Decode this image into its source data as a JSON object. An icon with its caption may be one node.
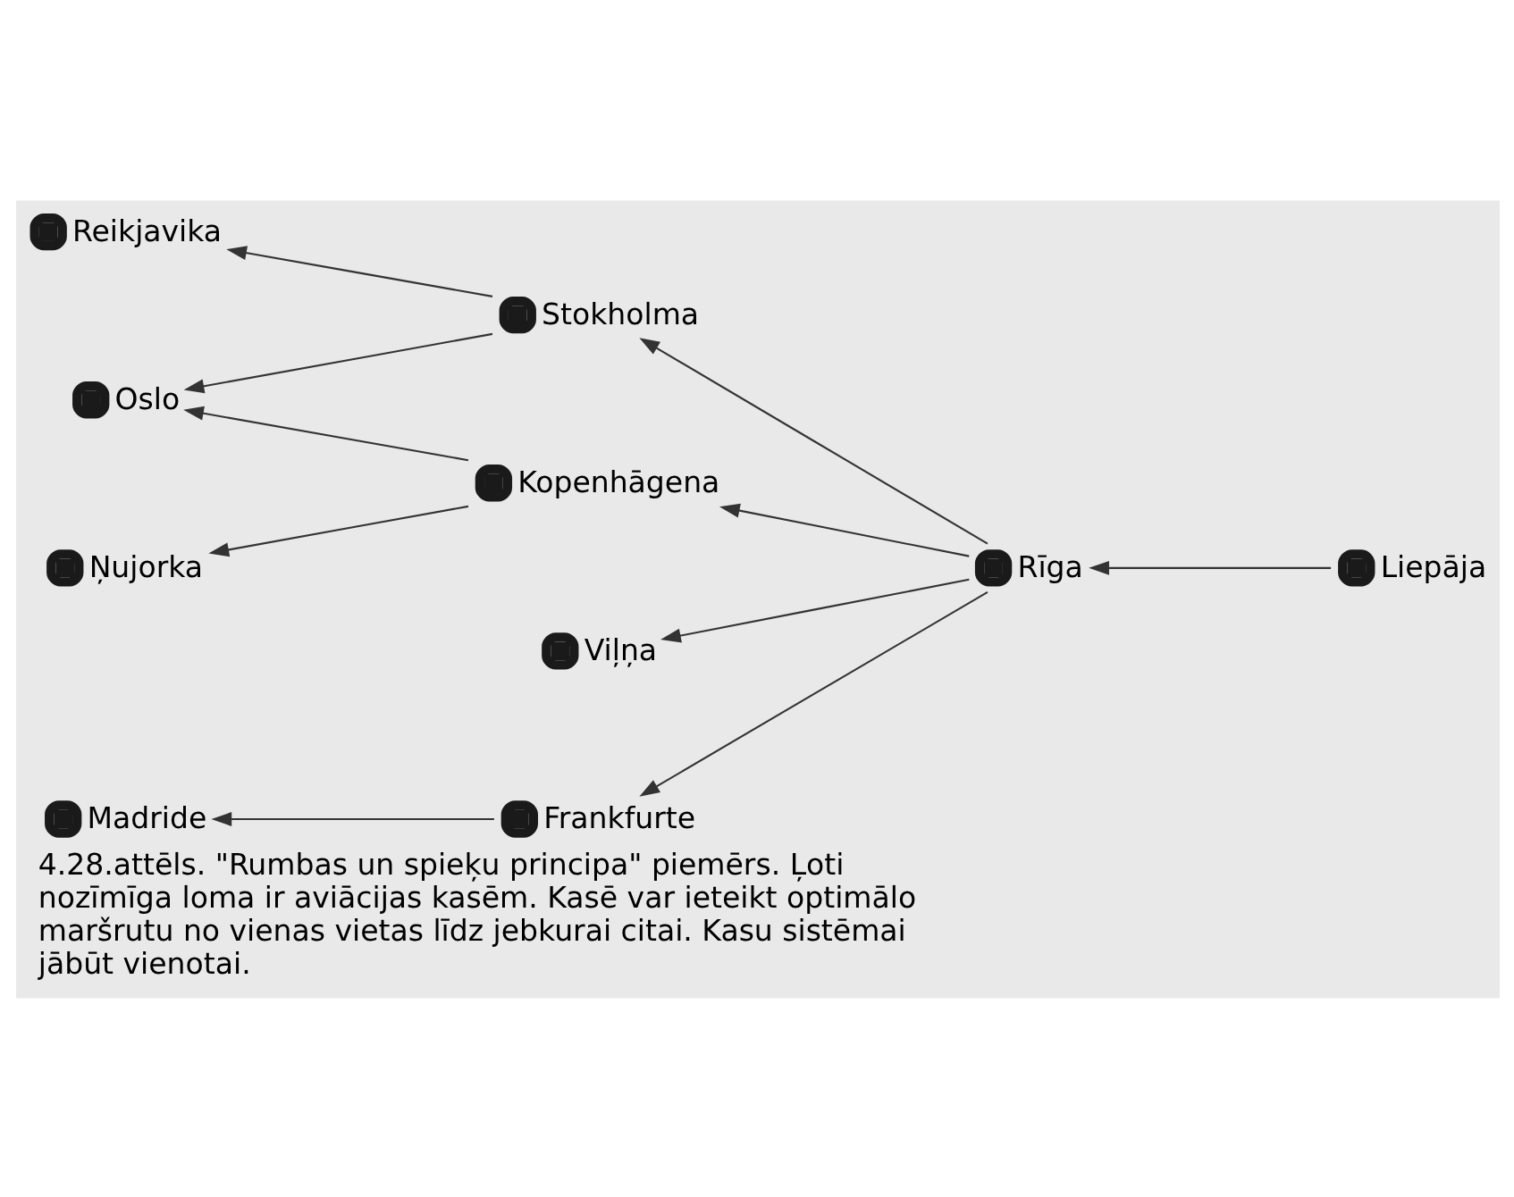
{
  "diagram": {
    "caption": "4.28.attēls. \"Rumbas un spieķu principa\" piemērs. Ļoti nozīmīga loma ir aviācijas kasēm. Kasē var ieteikt optimālo maršrutu no vienas vietas līdz jebkurai citai. Kasu sistēmai jābūt vienotai.",
    "nodes": [
      {
        "text": [
          "Reikjavika"
        ]
      },
      {
        "text": [
          "Stokholma"
        ]
      },
      {
        "text": [
          "Oslo"
        ]
      },
      {
        "text": [
          "Liepāja"
        ]
      },
      {
        "text": [
          "Kopenhāgena"
        ]
      },
      {
        "text": [
          "Rīga"
        ]
      },
      {
        "text": [
          "Ņujorka"
        ]
      },
      {
        "text": [
          "Viļņa"
        ]
      },
      {
        "text": [
          "Frankfurte"
        ]
      },
      {
        "text": [
          "Madride"
        ]
      }
    ],
    "edges": [
      {
        "from": 1,
        "to": 0,
        "arrow": "to"
      },
      {
        "from": 1,
        "to": 2,
        "arrow": "to"
      },
      {
        "from": 5,
        "to": 1,
        "arrow": "to"
      },
      {
        "from": 3,
        "to": 5,
        "arrow": "to"
      },
      {
        "from": 5,
        "to": 4,
        "arrow": "to"
      },
      {
        "from": 4,
        "to": 2,
        "arrow": "to"
      },
      {
        "from": 4,
        "to": 6,
        "arrow": "to"
      },
      {
        "from": 5,
        "to": 7,
        "arrow": "to"
      },
      {
        "from": 5,
        "to": 8,
        "arrow": "to"
      },
      {
        "from": 8,
        "to": 9,
        "arrow": "to"
      }
    ]
  }
}
